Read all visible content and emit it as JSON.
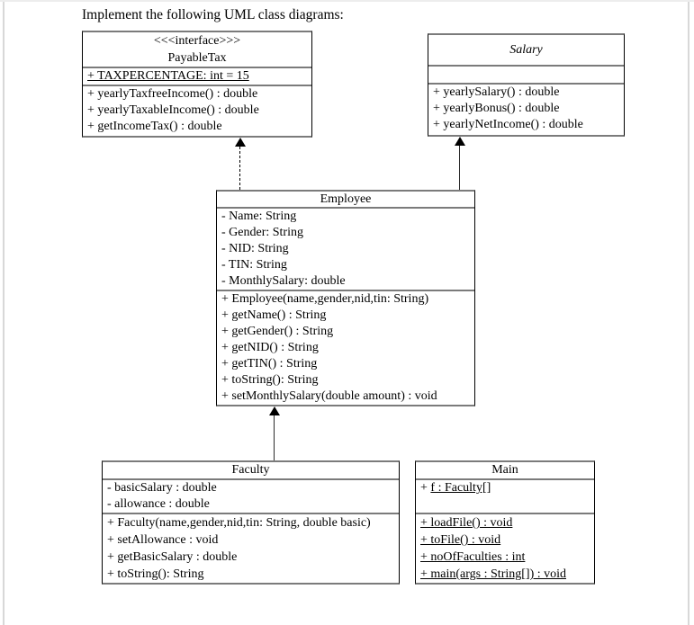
{
  "page": {
    "title": "Implement the following UML class diagrams:"
  },
  "colors": {
    "background": "#ffffff",
    "box_horizontal_border": "#7b7b7b",
    "box_vertical_border": "#000000",
    "text": "#000000",
    "page_edge_line": "#d8d8d8"
  },
  "classes": [
    {
      "name": "PayableTax",
      "stereotype": "<<<interface>>>",
      "italic_name": false,
      "attributes": [
        {
          "text": "+ TAXPERCENTAGE: int = 15",
          "underline": true
        }
      ],
      "methods": [
        {
          "text": "+ yearlyTaxfreeIncome() : double",
          "underline": false
        },
        {
          "text": "+ yearlyTaxableIncome() : double",
          "underline": false
        },
        {
          "text": "+ getIncomeTax() : double",
          "underline": false
        }
      ]
    },
    {
      "name": "Salary",
      "stereotype": "",
      "italic_name": true,
      "attributes": [],
      "methods": [
        {
          "text": "+ yearlySalary() : double",
          "underline": false
        },
        {
          "text": "+ yearlyBonus() : double",
          "underline": false
        },
        {
          "text": "+ yearlyNetIncome() : double",
          "underline": false
        }
      ]
    },
    {
      "name": "Employee",
      "stereotype": "",
      "italic_name": false,
      "attributes": [
        {
          "text": "- Name: String",
          "underline": false
        },
        {
          "text": "- Gender: String",
          "underline": false
        },
        {
          "text": "- NID: String",
          "underline": false
        },
        {
          "text": "- TIN: String",
          "underline": false
        },
        {
          "text": "- MonthlySalary: double",
          "underline": false
        }
      ],
      "methods": [
        {
          "text": "+ Employee(name,gender,nid,tin: String)",
          "underline": false
        },
        {
          "text": "+ getName() : String",
          "underline": false
        },
        {
          "text": "+ getGender() : String",
          "underline": false
        },
        {
          "text": "+ getNID() : String",
          "underline": false
        },
        {
          "text": "+ getTIN() : String",
          "underline": false
        },
        {
          "text": "+ toString(): String",
          "underline": false
        },
        {
          "text": "+ setMonthlySalary(double amount) : void",
          "underline": false
        }
      ]
    },
    {
      "name": "Faculty",
      "stereotype": "",
      "italic_name": false,
      "attributes": [
        {
          "text": "- basicSalary : double",
          "underline": false
        },
        {
          "text": "- allowance : double",
          "underline": false
        }
      ],
      "methods": [
        {
          "text": "+ Faculty(name,gender,nid,tin: String, double basic)",
          "underline": false
        },
        {
          "text": "+ setAllowance : void",
          "underline": false
        },
        {
          "text": "+ getBasicSalary : double",
          "underline": false
        },
        {
          "text": "+ toString(): String",
          "underline": false
        }
      ]
    },
    {
      "name": "Main",
      "stereotype": "",
      "italic_name": false,
      "attributes": [
        {
          "prefix": "+ ",
          "text": "f : Faculty[]",
          "underline": true
        }
      ],
      "methods": [
        {
          "text": "+ loadFile() : void",
          "underline": true
        },
        {
          "text": "+ toFile() : void",
          "underline": true
        },
        {
          "text": "+ noOfFaculties : int",
          "underline": true
        },
        {
          "text": "+ main(args : String[]) : void",
          "underline": true
        }
      ]
    }
  ],
  "relationships": [
    {
      "from": "Employee",
      "to": "PayableTax",
      "type": "realization",
      "line": "dashed",
      "arrowhead": "filled-triangle"
    },
    {
      "from": "Employee",
      "to": "Salary",
      "type": "generalization",
      "line": "solid",
      "arrowhead": "filled-triangle"
    },
    {
      "from": "Faculty",
      "to": "Employee",
      "type": "generalization",
      "line": "solid",
      "arrowhead": "filled-triangle"
    }
  ]
}
